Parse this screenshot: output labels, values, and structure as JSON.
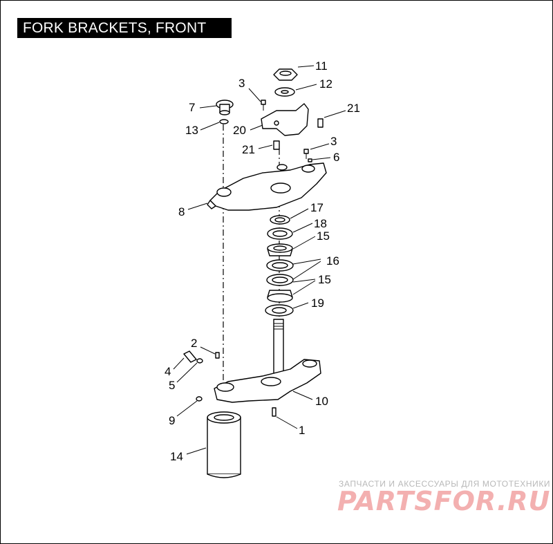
{
  "title": "FORK BRACKETS, FRONT",
  "callouts": [
    {
      "id": "c11",
      "text": "11"
    },
    {
      "id": "c12",
      "text": "12"
    },
    {
      "id": "c3a",
      "text": "3"
    },
    {
      "id": "c7",
      "text": "7"
    },
    {
      "id": "c21a",
      "text": "21"
    },
    {
      "id": "c13",
      "text": "13"
    },
    {
      "id": "c20",
      "text": "20"
    },
    {
      "id": "c21b",
      "text": "21"
    },
    {
      "id": "c3b",
      "text": "3"
    },
    {
      "id": "c6",
      "text": "6"
    },
    {
      "id": "c8",
      "text": "8"
    },
    {
      "id": "c17",
      "text": "17"
    },
    {
      "id": "c18",
      "text": "18"
    },
    {
      "id": "c15a",
      "text": "15"
    },
    {
      "id": "c16",
      "text": "16"
    },
    {
      "id": "c15b",
      "text": "15"
    },
    {
      "id": "c19",
      "text": "19"
    },
    {
      "id": "c2",
      "text": "2"
    },
    {
      "id": "c4",
      "text": "4"
    },
    {
      "id": "c5",
      "text": "5"
    },
    {
      "id": "c10",
      "text": "10"
    },
    {
      "id": "c9",
      "text": "9"
    },
    {
      "id": "c1",
      "text": "1"
    },
    {
      "id": "c14",
      "text": "14"
    }
  ],
  "watermark": {
    "caption": "ЗАПЧАСТИ И АКСЕССУАРЫ ДЛЯ МОТОТЕХНИКИ",
    "logo": "PARTSFOR.RU"
  },
  "colors": {
    "ink": "#000000",
    "title_bg": "#000000",
    "title_fg": "#ffffff",
    "watermark_caption": "#b8b8b8",
    "watermark_logo": "#f3b0b0"
  }
}
